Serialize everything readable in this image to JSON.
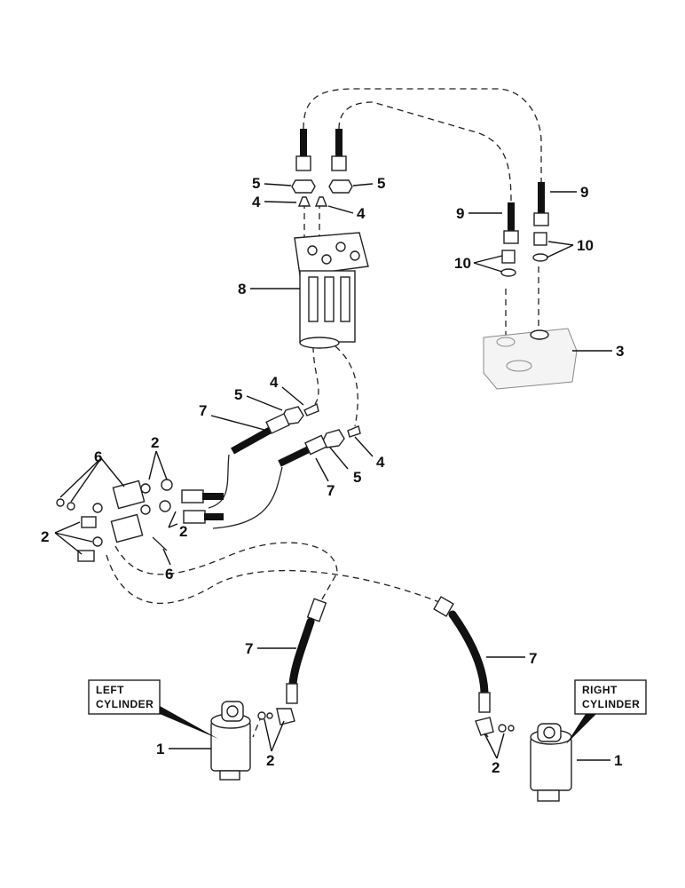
{
  "callouts": {
    "c1_left": "1",
    "c1_right": "1",
    "c2_top": "2",
    "c2_mid": "2",
    "c2_left": "2",
    "c2_left_cyl": "2",
    "c2_right_cyl": "2",
    "c3": "3",
    "c4_top_left": "4",
    "c4_top_right": "4",
    "c4_mid": "4",
    "c4_lower": "4",
    "c5_top_left": "5",
    "c5_top_right": "5",
    "c5_mid": "5",
    "c5_lower": "5",
    "c6_top": "6",
    "c6_bottom": "6",
    "c7_upper": "7",
    "c7_lower": "7",
    "c7_left_hose": "7",
    "c7_right_hose": "7",
    "c8": "8",
    "c9_left": "9",
    "c9_right": "9",
    "c10_left": "10",
    "c10_right": "10"
  },
  "labels": {
    "left_line1": "LEFT",
    "left_line2": "CYLINDER",
    "right_line1": "RIGHT",
    "right_line2": "CYLINDER"
  }
}
